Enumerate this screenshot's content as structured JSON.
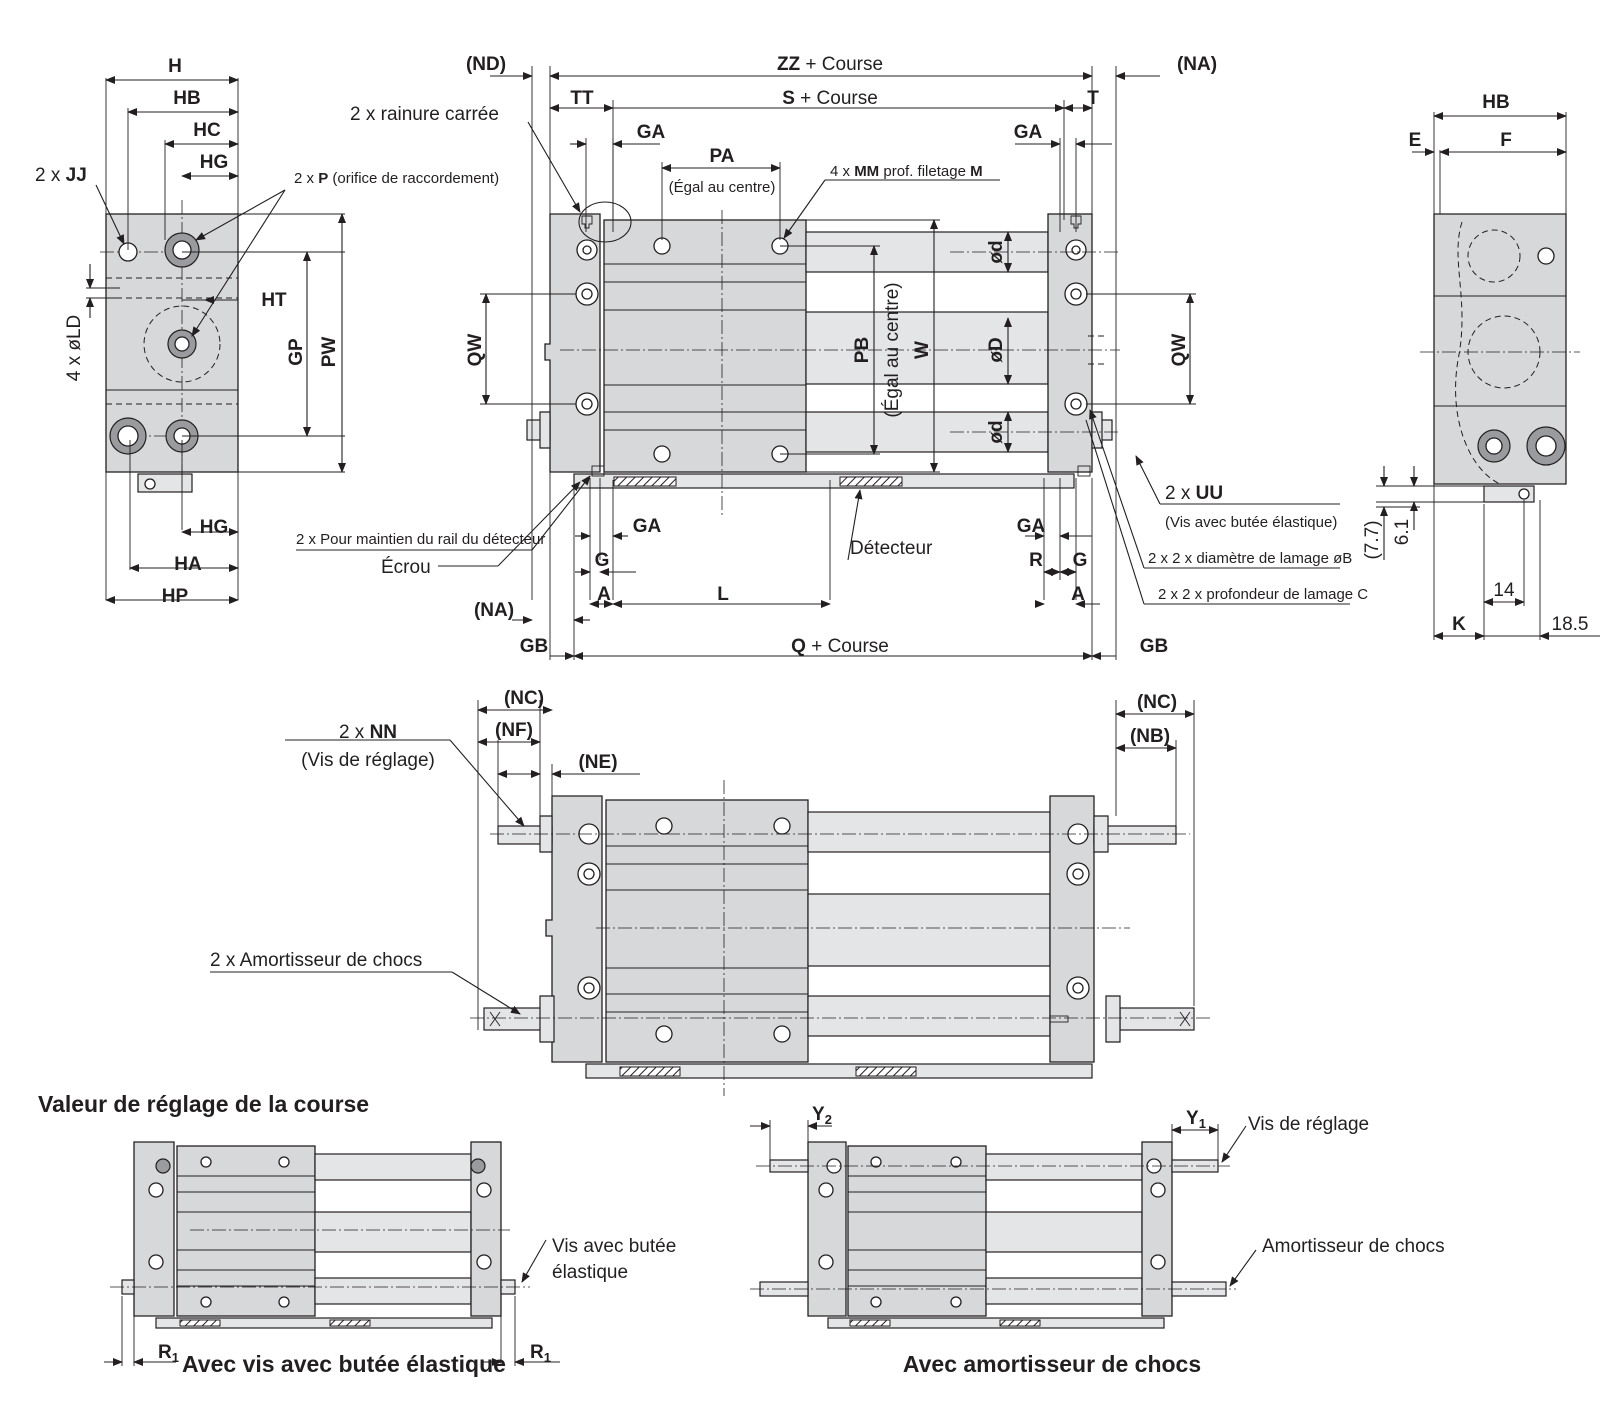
{
  "left_view": {
    "H": "H",
    "HB": "HB",
    "HC": "HC",
    "HG": "HG",
    "HG2": "HG",
    "HT": "HT",
    "HA": "HA",
    "HP": "HP",
    "GP": "GP",
    "PW": "PW",
    "jj_count": "2 x ",
    "jj_name": "JJ",
    "ld_label": "4 x øLD",
    "p_count": "2 x ",
    "p_name": "P",
    "p_desc": " (orifice de raccordement)"
  },
  "front_view": {
    "ND": "(ND)",
    "NA_top": "(NA)",
    "NA_bottom": "(NA)",
    "ZZ": "ZZ",
    "ZZ_suffix": " + Course",
    "S": "S",
    "S_suffix": " + Course",
    "Q": "Q",
    "Q_suffix": " + Course",
    "TT": "TT",
    "T": "T",
    "GA_tl": "GA",
    "GA_tr": "GA",
    "GA_bl": "GA",
    "GA_br": "GA",
    "PA": "PA",
    "pa_note": "(Égal au centre)",
    "mm_count": "4 x ",
    "mm_name": "MM",
    "mm_mid": " prof. filetage ",
    "mm_m": "M",
    "rainure": "2 x rainure carrée",
    "QW_left": "QW",
    "QW_right": "QW",
    "PB": "PB",
    "pb_note": "(Égal au centre)",
    "W": "W",
    "od_top": "ød",
    "oD": "øD",
    "od_bottom": "ød",
    "uu_count": "2 x ",
    "uu_name": "UU",
    "uu_desc": "(Vis avec butée élastique)",
    "rail_holder": "2 x Pour maintien du rail du détecteur",
    "ecrou": "Écrou",
    "detecteur": "Détecteur",
    "lamage_b": "2 x 2 x diamètre de lamage øB",
    "lamage_c": "2 x 2 x profondeur de lamage C",
    "G_left": "G",
    "A_left": "A",
    "L": "L",
    "R": "R",
    "G_right": "G",
    "A_right": "A",
    "GB_left": "GB",
    "GB_right": "GB"
  },
  "right_view": {
    "HB": "HB",
    "E": "E",
    "F": "F",
    "dim_77": "(7.7)",
    "dim_61": "6.1",
    "K": "K",
    "dim_14": "14",
    "dim_185": "18.5"
  },
  "middle_view": {
    "NC_left": "(NC)",
    "NF": "(NF)",
    "NE": "(NE)",
    "NC_right": "(NC)",
    "NB": "(NB)",
    "nn_count": "2 x ",
    "nn_name": "NN",
    "nn_desc": "(Vis de réglage)",
    "amort": "2 x Amortisseur de chocs"
  },
  "bottom": {
    "section_title": "Valeur de réglage de la course",
    "R1_left": "R",
    "R1_right": "R",
    "sub1": "1",
    "vis_butee_1": "Vis avec butée",
    "vis_butee_2": "élastique",
    "caption_left": "Avec vis avec butée élastique",
    "Y2": "Y",
    "Y1": "Y",
    "sub2": "2",
    "vis_reglage": "Vis de réglage",
    "amort": "Amortisseur de chocs",
    "caption_right": "Avec amortisseur de chocs"
  }
}
